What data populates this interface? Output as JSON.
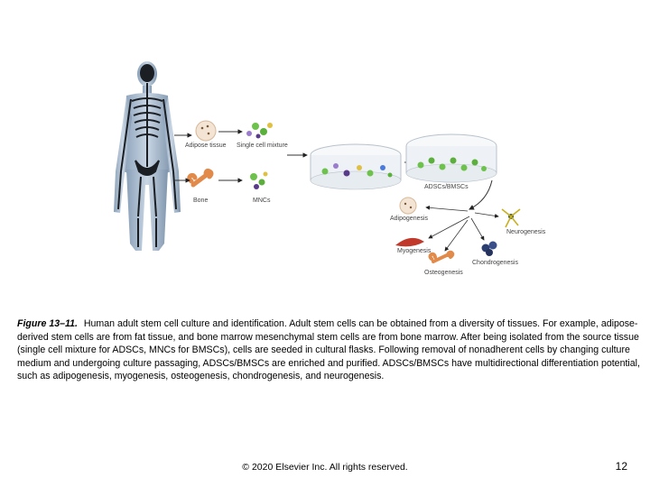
{
  "figure": {
    "labels": {
      "adipose_tissue": "Adipose tissue",
      "single_cell_mixture": "Single cell mixture",
      "bone": "Bone",
      "mncs": "MNCs",
      "adscs_bmscs": "ADSCs/BMSCs",
      "adipogenesis": "Adipogenesis",
      "neurogenesis": "Neurogenesis",
      "myogenesis": "Myogenesis",
      "chondrogenesis": "Chondrogenesis",
      "osteogenesis": "Osteogenesis"
    }
  },
  "caption": {
    "label": "Figure 13–11.",
    "text": "Human adult stem cell culture and identification. Adult stem cells can be obtained from a diversity of tissues. For example, adipose-derived stem cells are from fat tissue, and bone marrow mesenchymal stem cells are from bone marrow. After being isolated from the source tissue (single cell mixture for ADSCs, MNCs for BMSCs), cells are seeded in cultural flasks. Following removal of nonadherent cells by changing culture medium and undergoing culture passaging, ADSCs/BMSCs are enriched and purified. ADSCs/BMSCs have multidirectional differentiation potential, such as adipogenesis, myogenesis, osteogenesis, chondrogenesis, and neurogenesis."
  },
  "footer": {
    "copyright": "© 2020 Elsevier Inc. All rights reserved.",
    "page_number": "12"
  }
}
